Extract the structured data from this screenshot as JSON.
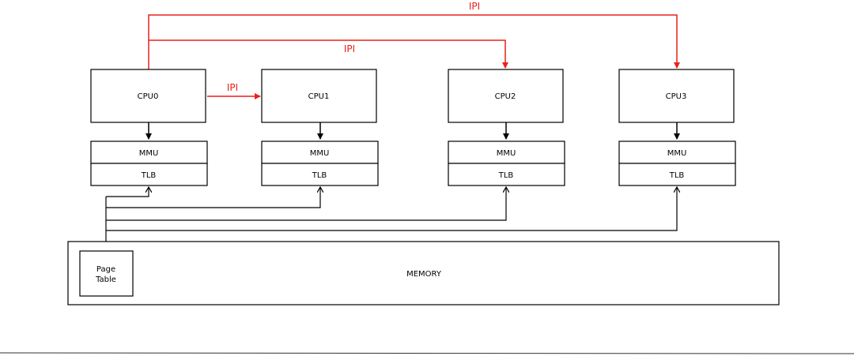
{
  "diagram": {
    "colors": {
      "ipi": "#e8211a",
      "line": "#000000"
    },
    "cpus": [
      {
        "label": "CPU0",
        "mmu": "MMU",
        "tlb": "TLB"
      },
      {
        "label": "CPU1",
        "mmu": "MMU",
        "tlb": "TLB"
      },
      {
        "label": "CPU2",
        "mmu": "MMU",
        "tlb": "TLB"
      },
      {
        "label": "CPU3",
        "mmu": "MMU",
        "tlb": "TLB"
      }
    ],
    "ipi_labels": [
      "IPI",
      "IPI",
      "IPI"
    ],
    "memory": {
      "label": "MEMORY",
      "page_table_line1": "Page",
      "page_table_line2": "Table"
    }
  }
}
